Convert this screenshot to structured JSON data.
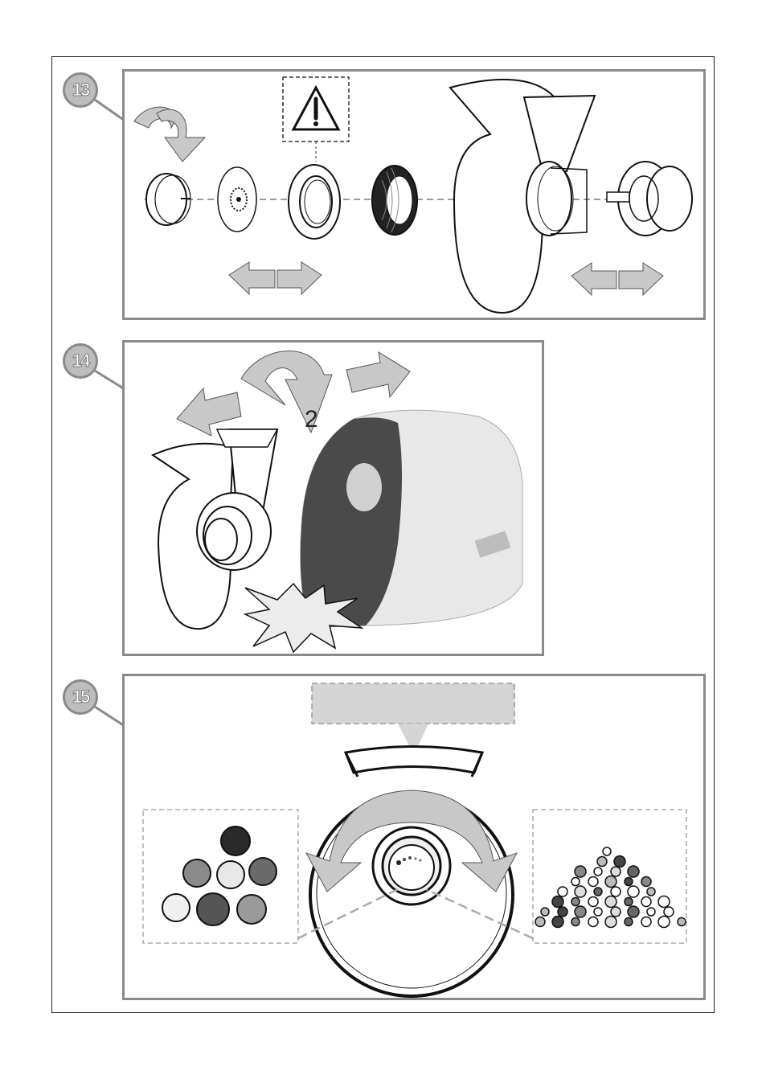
{
  "steps": [
    {
      "number": "13"
    },
    {
      "number": "14"
    },
    {
      "number": "15"
    }
  ],
  "panel14": {
    "arrow_number": "2"
  },
  "colors": {
    "frame": "#222222",
    "panel_border": "#8a8a8a",
    "arrow_fill": "#c8c8c8",
    "badge_fill": "#bdbdbd",
    "device_dark": "#4a4a4a",
    "device_light": "#e8e8e8"
  },
  "icons": [
    "rotate-arrow-icon",
    "warning-icon",
    "double-arrow-icon",
    "impact-burst-icon",
    "coarse-mince-icon",
    "fine-mince-icon"
  ]
}
